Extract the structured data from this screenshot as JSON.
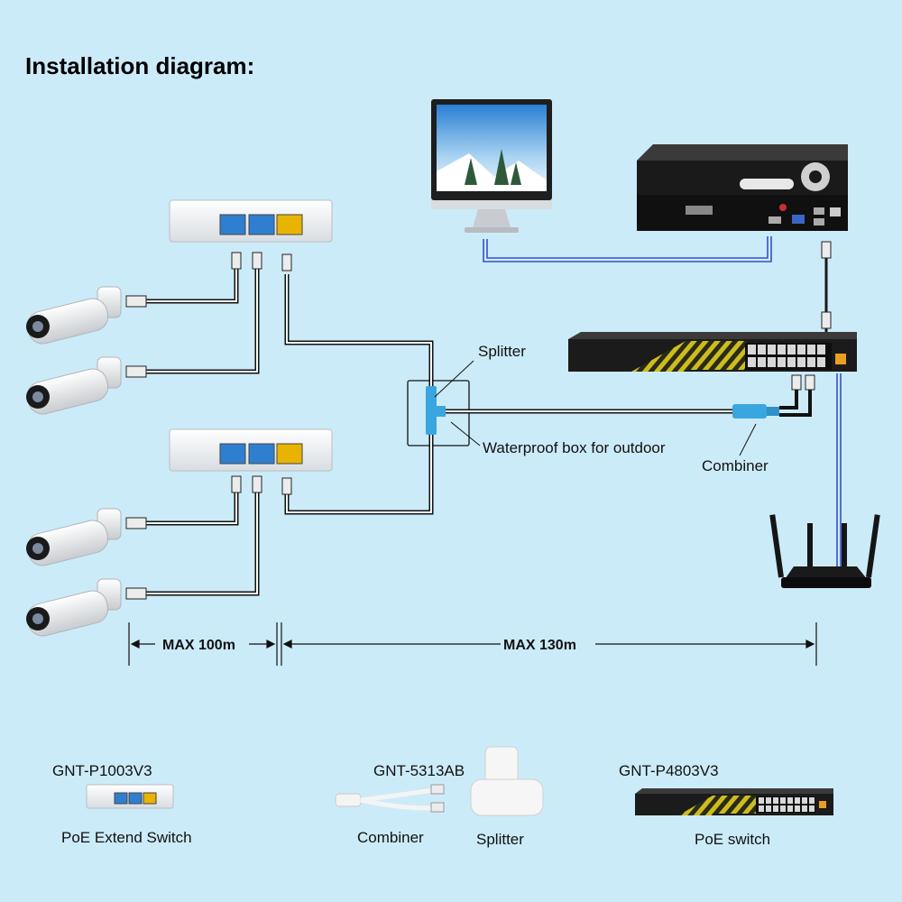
{
  "title": "Installation diagram:",
  "labels": {
    "splitter": "Splitter",
    "waterproof_box": "Waterproof box for outdoor",
    "combiner": "Combiner",
    "max_100": "MAX 100m",
    "max_130": "MAX  130m"
  },
  "products": [
    {
      "model": "GNT-P1003V3",
      "name": "PoE Extend Switch"
    },
    {
      "model": "GNT-5313AB",
      "name_a": "Combiner",
      "name_b": "Splitter"
    },
    {
      "model": "GNT-P4803V3",
      "name": "PoE switch"
    }
  ],
  "colors": {
    "background": "#ccebf8",
    "cable_black": "#1a1a1a",
    "cable_white": "#ffffff",
    "link_blue": "#3550c8",
    "port_blue": "#2f7fd0",
    "port_yellow": "#e8b400",
    "switch_yellow": "#d4c21a"
  }
}
